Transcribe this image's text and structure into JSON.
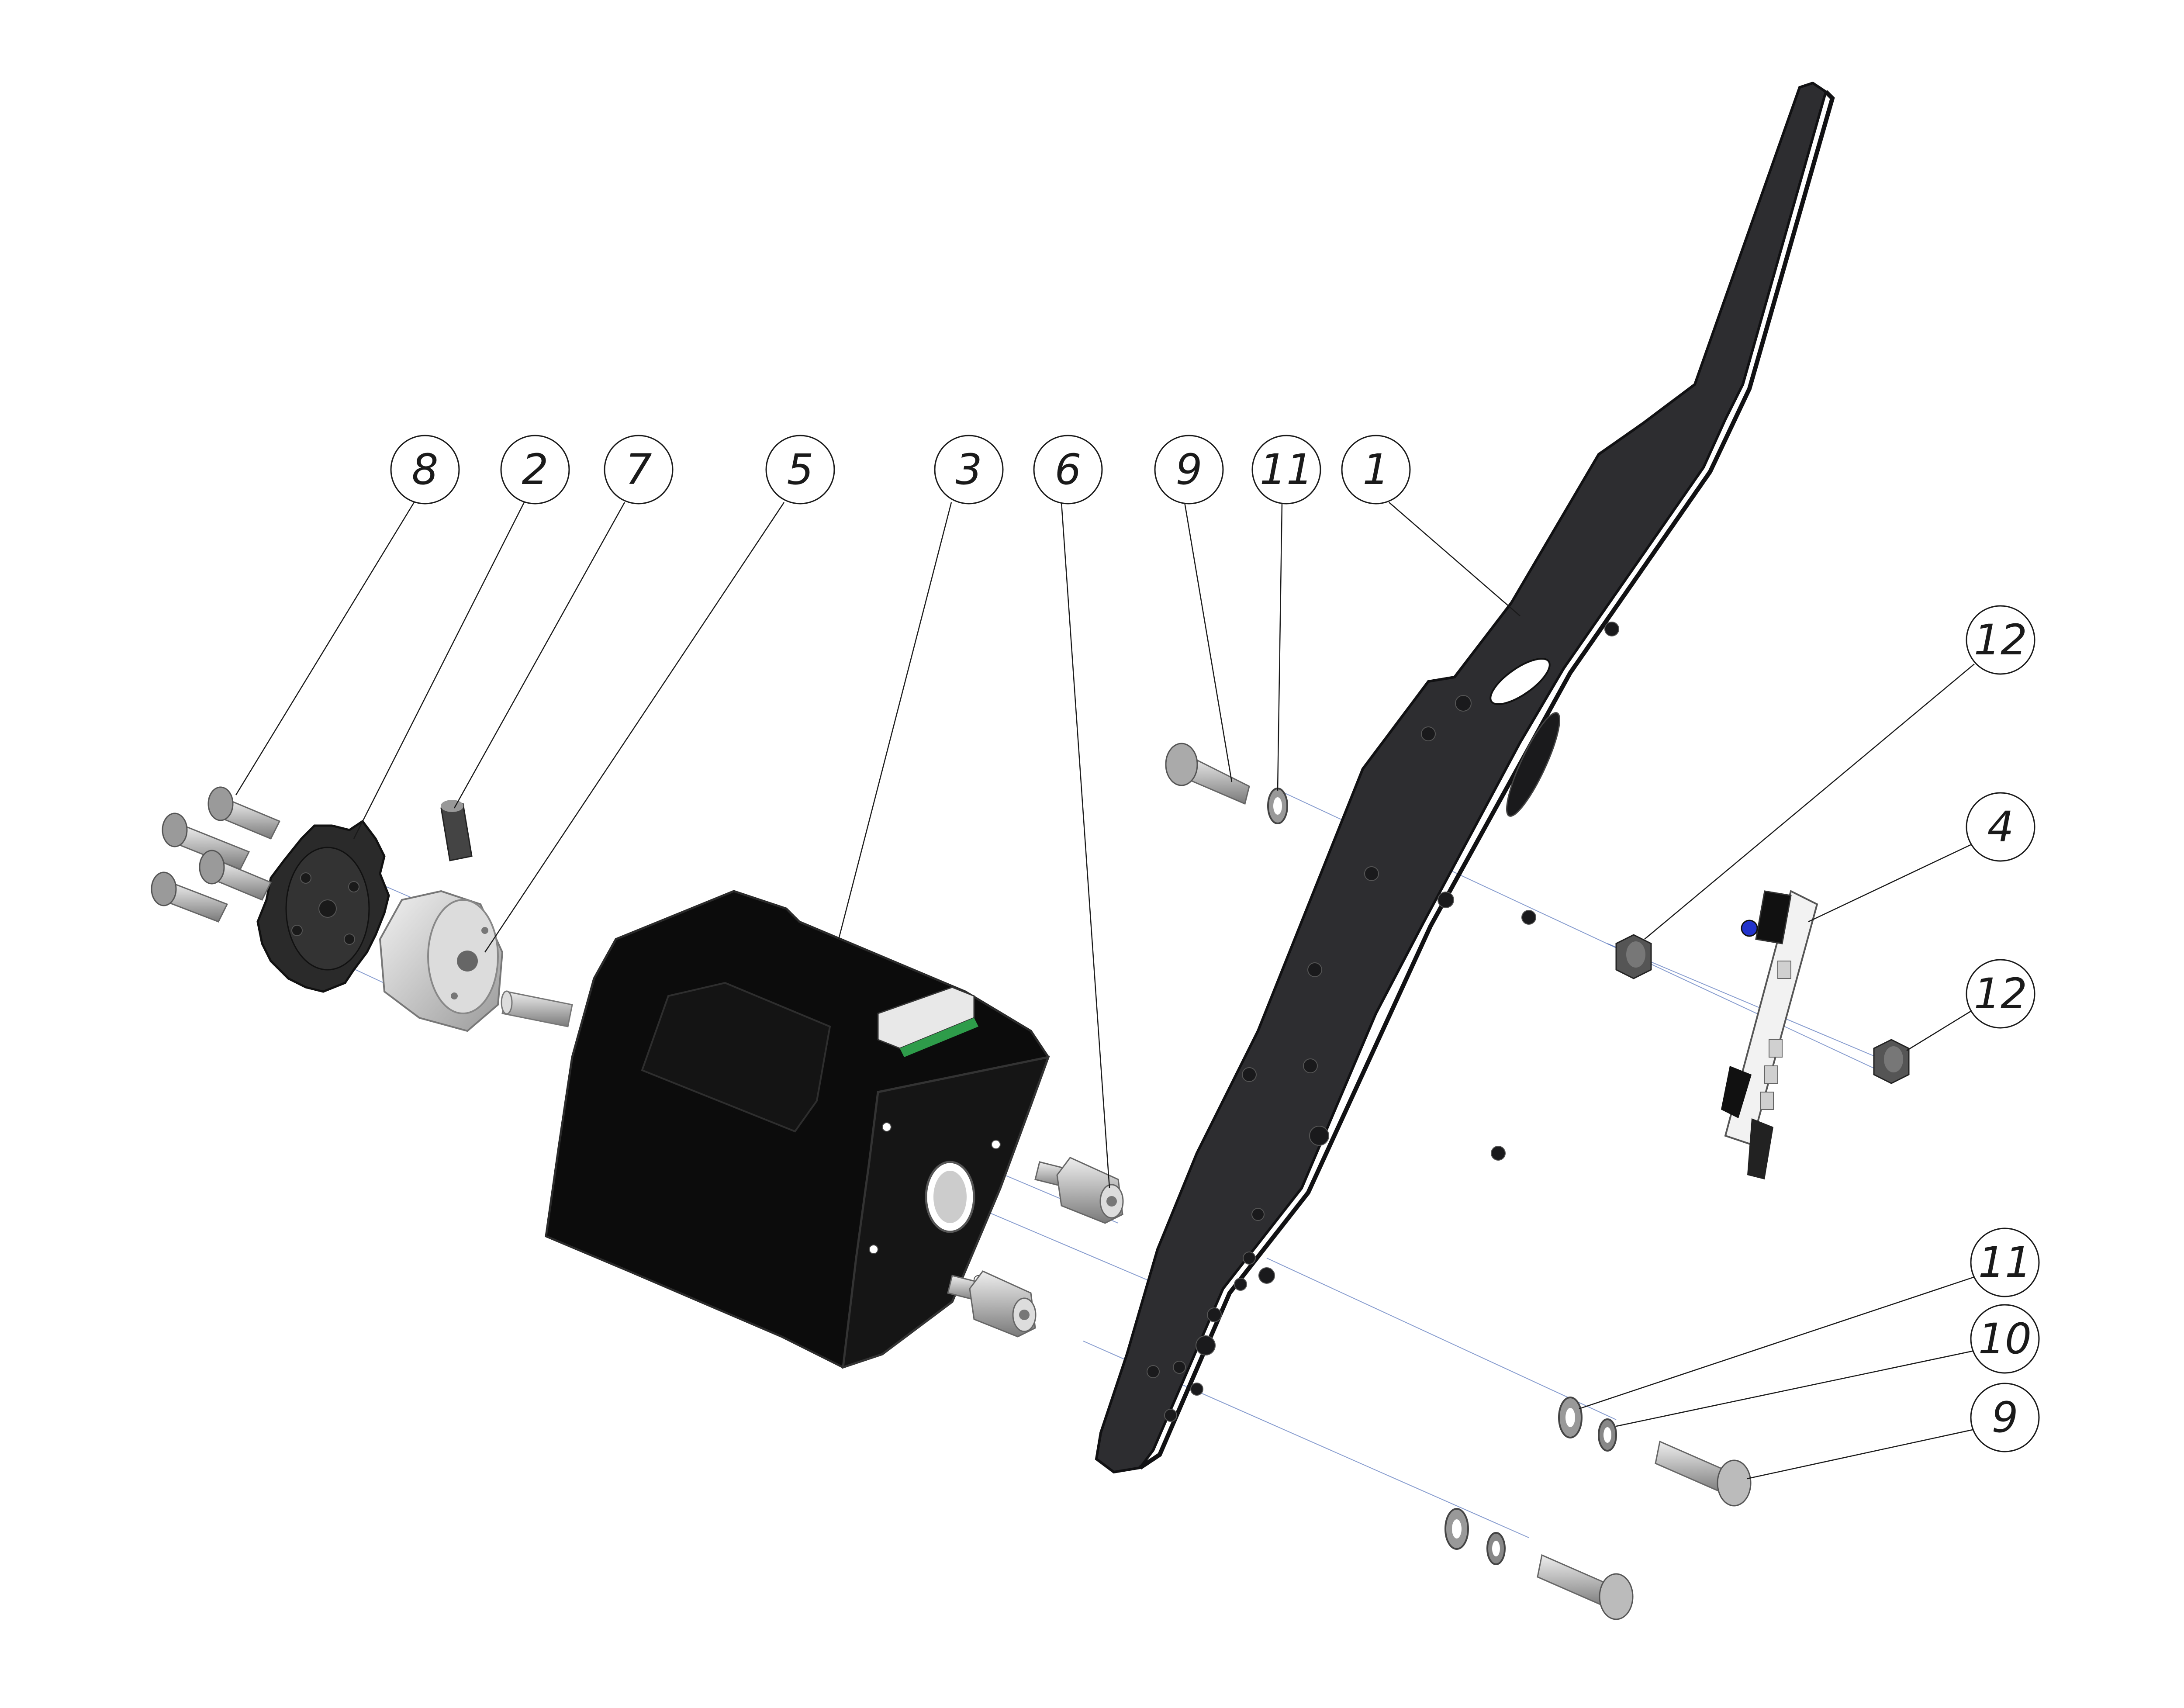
{
  "colors": {
    "background": "#ffffff",
    "plate": "#2d2d30",
    "plate_edge": "#111113",
    "motor": "#0c0c0c",
    "metal": "#c8c8c8",
    "metal_dark": "#8a8a8a",
    "gear": "#2a2a2a",
    "axis": "#3a5db0",
    "line": "#1a1a1a"
  },
  "callouts": [
    {
      "id": "c8a",
      "label": "8",
      "part": "socket-head-screws"
    },
    {
      "id": "c2",
      "label": "2",
      "part": "spur-gear"
    },
    {
      "id": "c7",
      "label": "7",
      "part": "set-screw"
    },
    {
      "id": "c5",
      "label": "5",
      "part": "shaft-hub"
    },
    {
      "id": "c3",
      "label": "3",
      "part": "stepper-motor"
    },
    {
      "id": "c6",
      "label": "6",
      "part": "hex-standoff"
    },
    {
      "id": "c9a",
      "label": "9",
      "part": "bolt-upper"
    },
    {
      "id": "c11a",
      "label": "11",
      "part": "washer-upper"
    },
    {
      "id": "c1",
      "label": "1",
      "part": "mounting-plate"
    },
    {
      "id": "c12a",
      "label": "12",
      "part": "hex-nut-upper"
    },
    {
      "id": "c4",
      "label": "4",
      "part": "sensor-board"
    },
    {
      "id": "c12b",
      "label": "12",
      "part": "hex-nut-lower"
    },
    {
      "id": "c11b",
      "label": "11",
      "part": "washer-lower"
    },
    {
      "id": "c10",
      "label": "10",
      "part": "spring-washer"
    },
    {
      "id": "c9b",
      "label": "9",
      "part": "bolt-lower"
    }
  ]
}
